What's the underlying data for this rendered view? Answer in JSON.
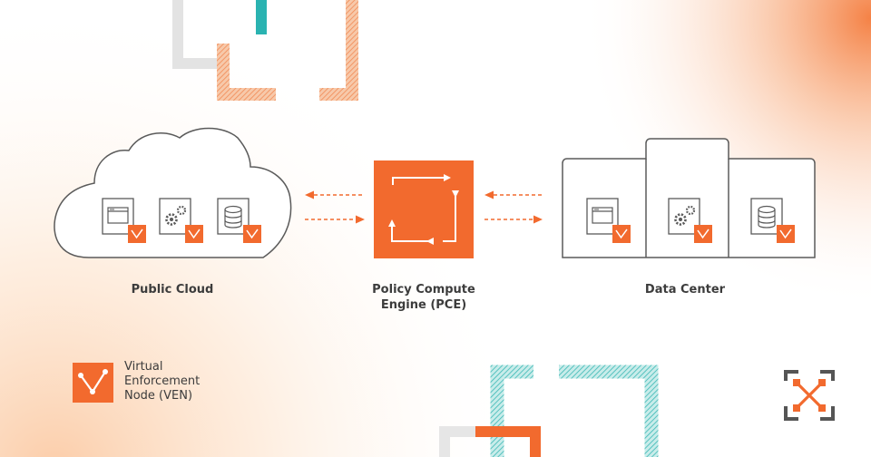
{
  "diagram": {
    "nodes": {
      "public_cloud": {
        "label": "Public Cloud"
      },
      "pce": {
        "label_line1": "Policy Compute",
        "label_line2": "Engine (PCE)"
      },
      "data_center": {
        "label": "Data Center"
      }
    },
    "workloads": [
      "browser-window-icon",
      "gears-icon",
      "database-icon"
    ],
    "legend": {
      "line1": "Virtual",
      "line2": "Enforcement",
      "line3": "Node (VEN)"
    },
    "colors": {
      "accent": "#f26a2e",
      "outline": "#5a5a5a",
      "teal": "#2ab3b1",
      "gray_bracket": "#e3e3e3"
    }
  }
}
